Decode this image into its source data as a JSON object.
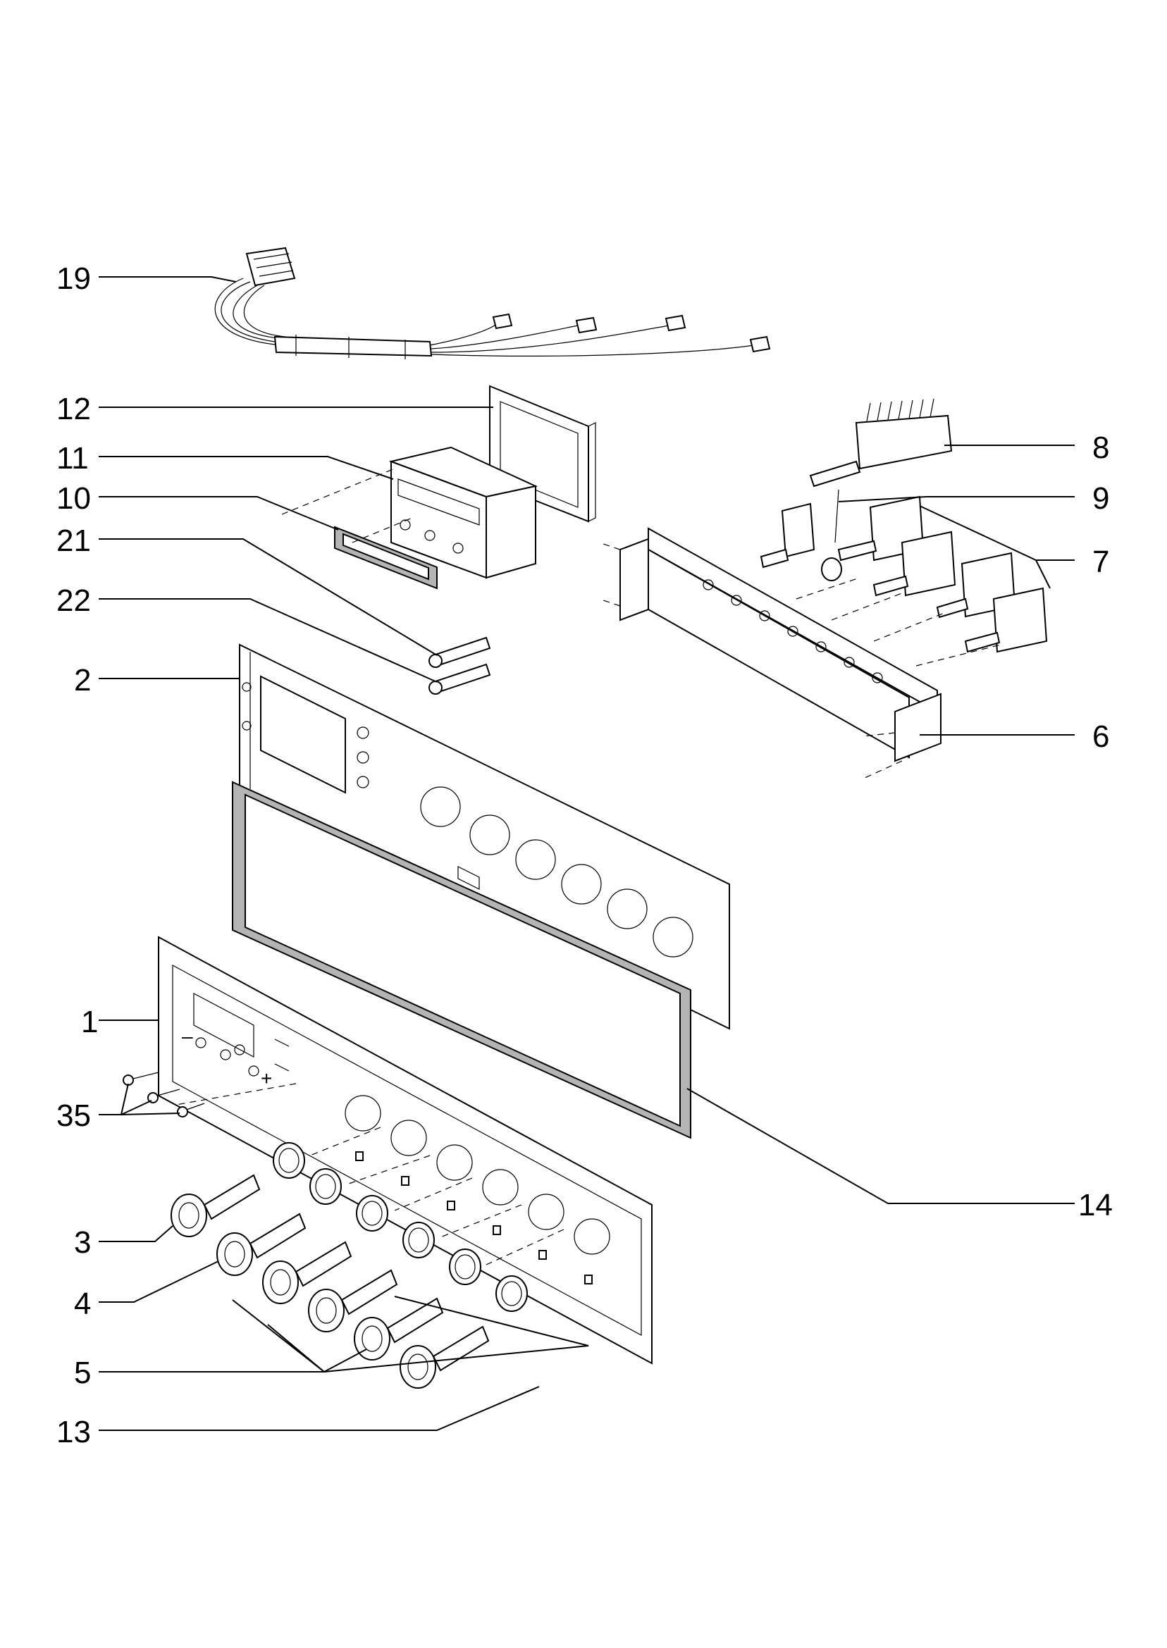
{
  "diagram": {
    "part_labels": [
      "19",
      "12",
      "11",
      "10",
      "21",
      "22",
      "2",
      "8",
      "9",
      "7",
      "6",
      "1",
      "35",
      "14",
      "3",
      "4",
      "5",
      "13"
    ],
    "panel_symbols": {
      "minus": "–",
      "plus": "+"
    }
  }
}
